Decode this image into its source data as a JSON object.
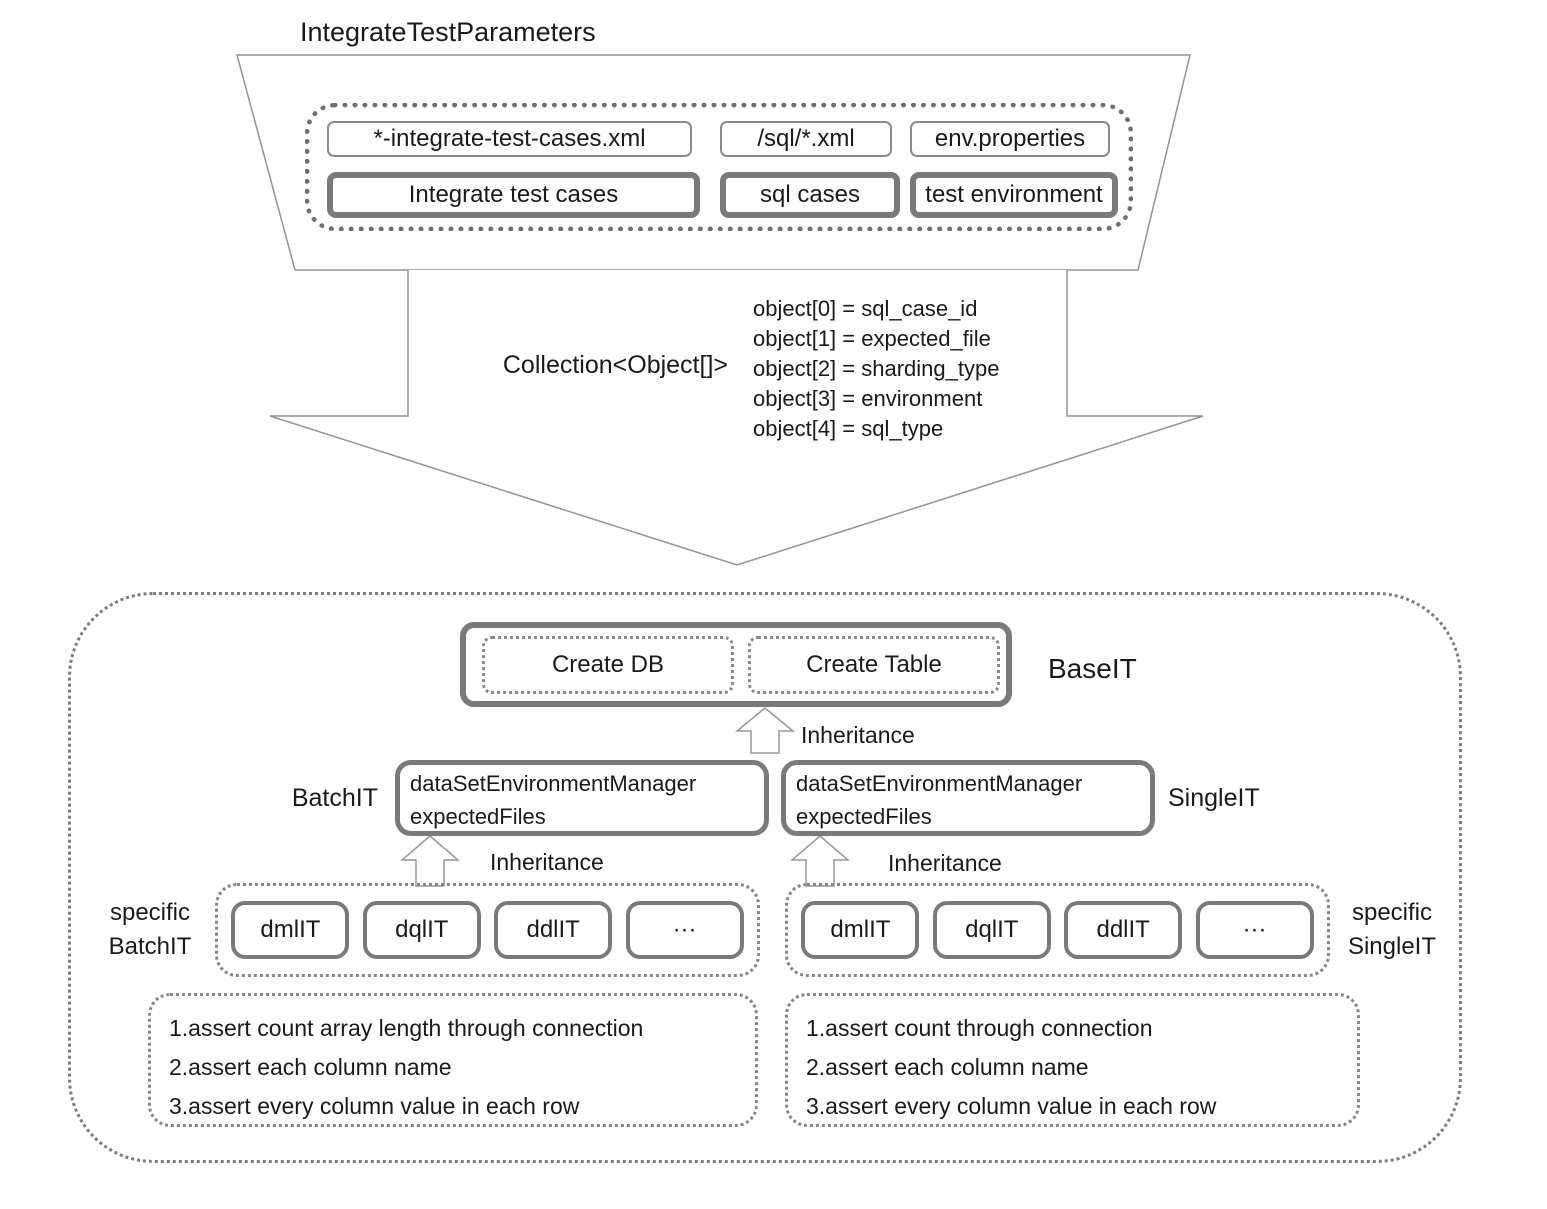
{
  "diagram": {
    "title": "IntegrateTestParameters",
    "funnel": {
      "file_boxes": [
        "*-integrate-test-cases.xml",
        "/sql/*.xml",
        "env.properties"
      ],
      "case_boxes": [
        "Integrate test cases",
        "sql cases",
        "test environment"
      ]
    },
    "flow": {
      "collection_label": "Collection<Object[]>",
      "object_mappings": [
        "object[0] = sql_case_id",
        "object[1] = expected_file",
        "object[2] = sharding_type",
        "object[3] = environment",
        "object[4] = sql_type"
      ]
    },
    "base_it": {
      "label": "BaseIT",
      "create_db": "Create DB",
      "create_table": "Create Table"
    },
    "inheritance_labels": [
      "Inheritance",
      "Inheritance",
      "Inheritance"
    ],
    "batch_it": {
      "label": "BatchIT",
      "line1": "dataSetEnvironmentManager",
      "line2": "expectedFiles"
    },
    "single_it": {
      "label": "SingleIT",
      "line1": "dataSetEnvironmentManager",
      "line2": "expectedFiles"
    },
    "specific_batch": {
      "label_line1": "specific",
      "label_line2": "BatchIT",
      "items": [
        "dmlIT",
        "dqlIT",
        "ddlIT",
        "···"
      ]
    },
    "specific_single": {
      "label_line1": "specific",
      "label_line2": "SingleIT",
      "items": [
        "dmlIT",
        "dqlIT",
        "ddlIT",
        "···"
      ]
    },
    "batch_assertions": [
      "1.assert count array length through connection",
      "2.assert each column name",
      "3.assert every column value in each row"
    ],
    "single_assertions": [
      "1.assert count through connection",
      "2.assert each column name",
      "3.assert every column value in each row"
    ]
  },
  "colors": {
    "text": "#1a1a1a",
    "thick_border": "#7a7a7a",
    "dotted_border": "#6f6f6f",
    "thin_line": "#949494"
  }
}
